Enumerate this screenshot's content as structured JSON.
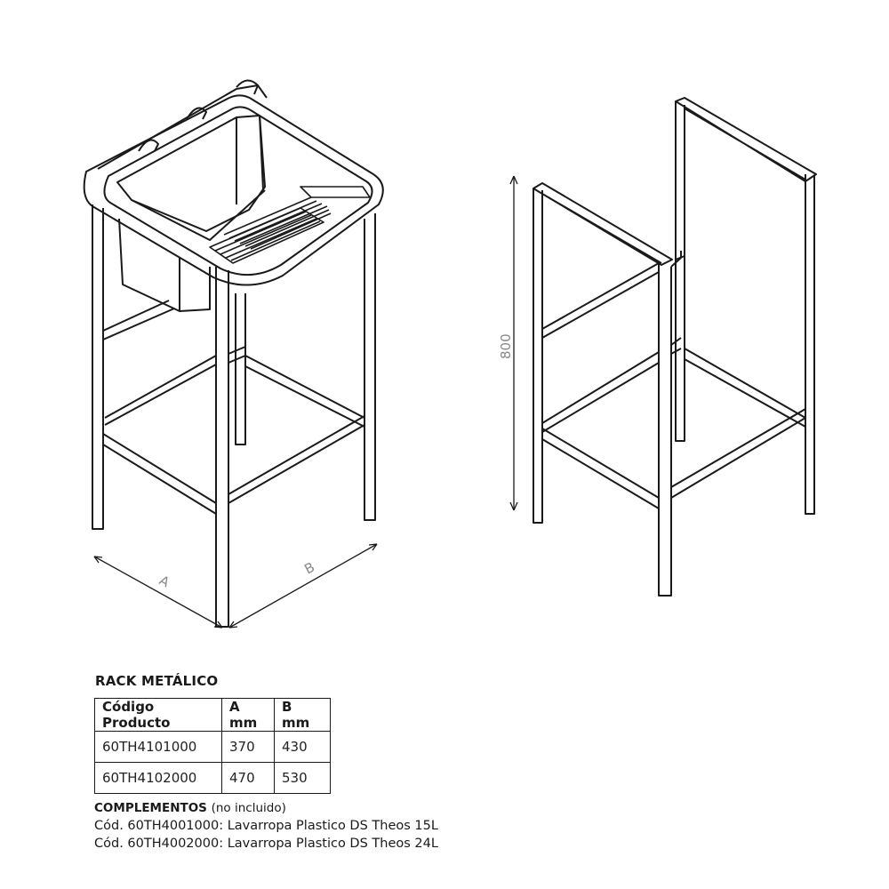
{
  "drawing": {
    "dimension_a": "A",
    "dimension_b": "B",
    "dimension_height": "800"
  },
  "rack": {
    "title": "RACK METÁLICO",
    "table": {
      "headers": [
        "Código Producto",
        "A mm",
        "B mm"
      ],
      "rows": [
        [
          "60TH4101000",
          "370",
          "430"
        ],
        [
          "60TH4102000",
          "470",
          "530"
        ]
      ]
    }
  },
  "complements": {
    "title": "COMPLEMENTOS",
    "note": "(no incluido)",
    "items": [
      "Cód. 60TH4001000: Lavarropa Plastico DS Theos 15L",
      "Cód. 60TH4002000: Lavarropa Plastico DS Theos 24L"
    ]
  }
}
